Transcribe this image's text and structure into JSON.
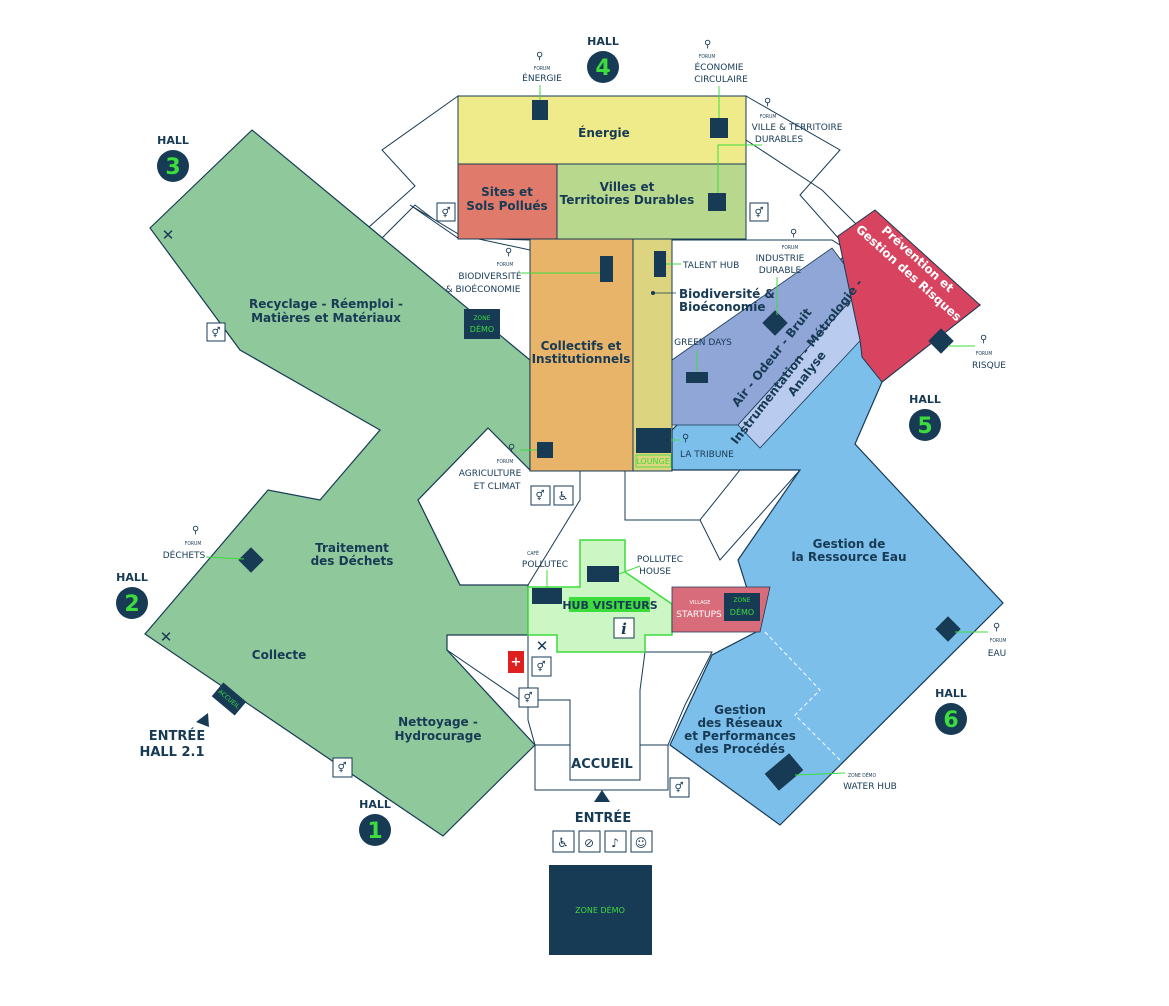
{
  "halls": [
    {
      "word": "HALL",
      "number": "1"
    },
    {
      "word": "HALL",
      "number": "2"
    },
    {
      "word": "HALL",
      "number": "3"
    },
    {
      "word": "HALL",
      "number": "4"
    },
    {
      "word": "HALL",
      "number": "5"
    },
    {
      "word": "HALL",
      "number": "6"
    }
  ],
  "zones": {
    "energie": "Énergie",
    "sites_line1": "Sites et",
    "sites_line2": "Sols Pollués",
    "villes_line1": "Villes et",
    "villes_line2": "Territoires Durables",
    "collectifs_line1": "Collectifs et",
    "collectifs_line2": "Institutionnels",
    "biodiv_line1": "Biodiversité &",
    "biodiv_line2": "Bioéconomie",
    "recyclage_line1": "Recyclage - Réemploi -",
    "recyclage_line2": "Matières et Matériaux",
    "traitement_line1": "Traitement",
    "traitement_line2": "des Déchets",
    "collecte": "Collecte",
    "nettoyage_line1": "Nettoyage -",
    "nettoyage_line2": "Hydrocurage",
    "air": "Air - Odeur - Bruit",
    "instru_line1": "Instrumentation - Métrologie -",
    "instru_line2": "Analyse",
    "prevention_line1": "Prévention et",
    "prevention_line2": "Gestion des Risques",
    "eau_line1": "Gestion de",
    "eau_line2": "la Ressource Eau",
    "reseaux_line1": "Gestion",
    "reseaux_line2": "des Réseaux",
    "reseaux_line3": "et Performances",
    "reseaux_line4": "des Procédés"
  },
  "forums": {
    "small": "FORUM",
    "energie": "ÉNERGIE",
    "economie_line1": "ÉCONOMIE",
    "economie_line2": "CIRCULAIRE",
    "ville_line1": "VILLE & TERRITOIRE",
    "ville_line2": "DURABLES",
    "biodiv_line1": "BIODIVERSITÉ",
    "biodiv_line2": "& BIOÉCONOMIE",
    "industrie_line1": "INDUSTRIE",
    "industrie_line2": "DURABLE",
    "risque": "RISQUE",
    "agri_line1": "AGRICULTURE",
    "agri_line2": "ET CLIMAT",
    "dechets": "DÉCHETS",
    "eau": "EAU"
  },
  "labels": {
    "talent_hub": "TALENT HUB",
    "green_days": "GREEN DAYS",
    "la_tribune": "LA TRIBUNE",
    "lounge": "LOUNGE",
    "cafe_small": "CAFÉ",
    "cafe_name": "POLLUTEC",
    "house_line1": "POLLUTEC",
    "house_line2": "HOUSE",
    "hub_visiteurs": "HUB VISITEURS",
    "info": "i",
    "village_small": "VILLAGE",
    "village_name": "STARTUPS",
    "zone_small": "ZONE",
    "demo": "DÉMO",
    "zone_demo_inline": "ZONE DÉMO",
    "water_hub_small": "ZONE DÉMO",
    "water_hub": "WATER HUB",
    "accueil": "ACCUEIL",
    "entree": "ENTRÉE",
    "entree21_line1": "ENTRÉE",
    "entree21_line2": "HALL 2.1",
    "accueil_badge": "ACCUEIL"
  },
  "colors": {
    "navy": "#173a55",
    "bright_green": "#3ddc3d",
    "recyclage_green": "#8fc89a",
    "energie_yellow": "#f0eb8a",
    "sites_red": "#e07a6a",
    "villes_green": "#b8d88e",
    "collectifs_orange": "#e8b46a",
    "biodiv_yellow": "#dcd47e",
    "air_blue": "#8fa6d6",
    "instru_lightblue": "#b9cbee",
    "prevention_red": "#d8435f",
    "eau_blue": "#7dbfeb",
    "hub_lightgreen": "#ccf7c4",
    "startups_pink": "#d96c7a"
  }
}
